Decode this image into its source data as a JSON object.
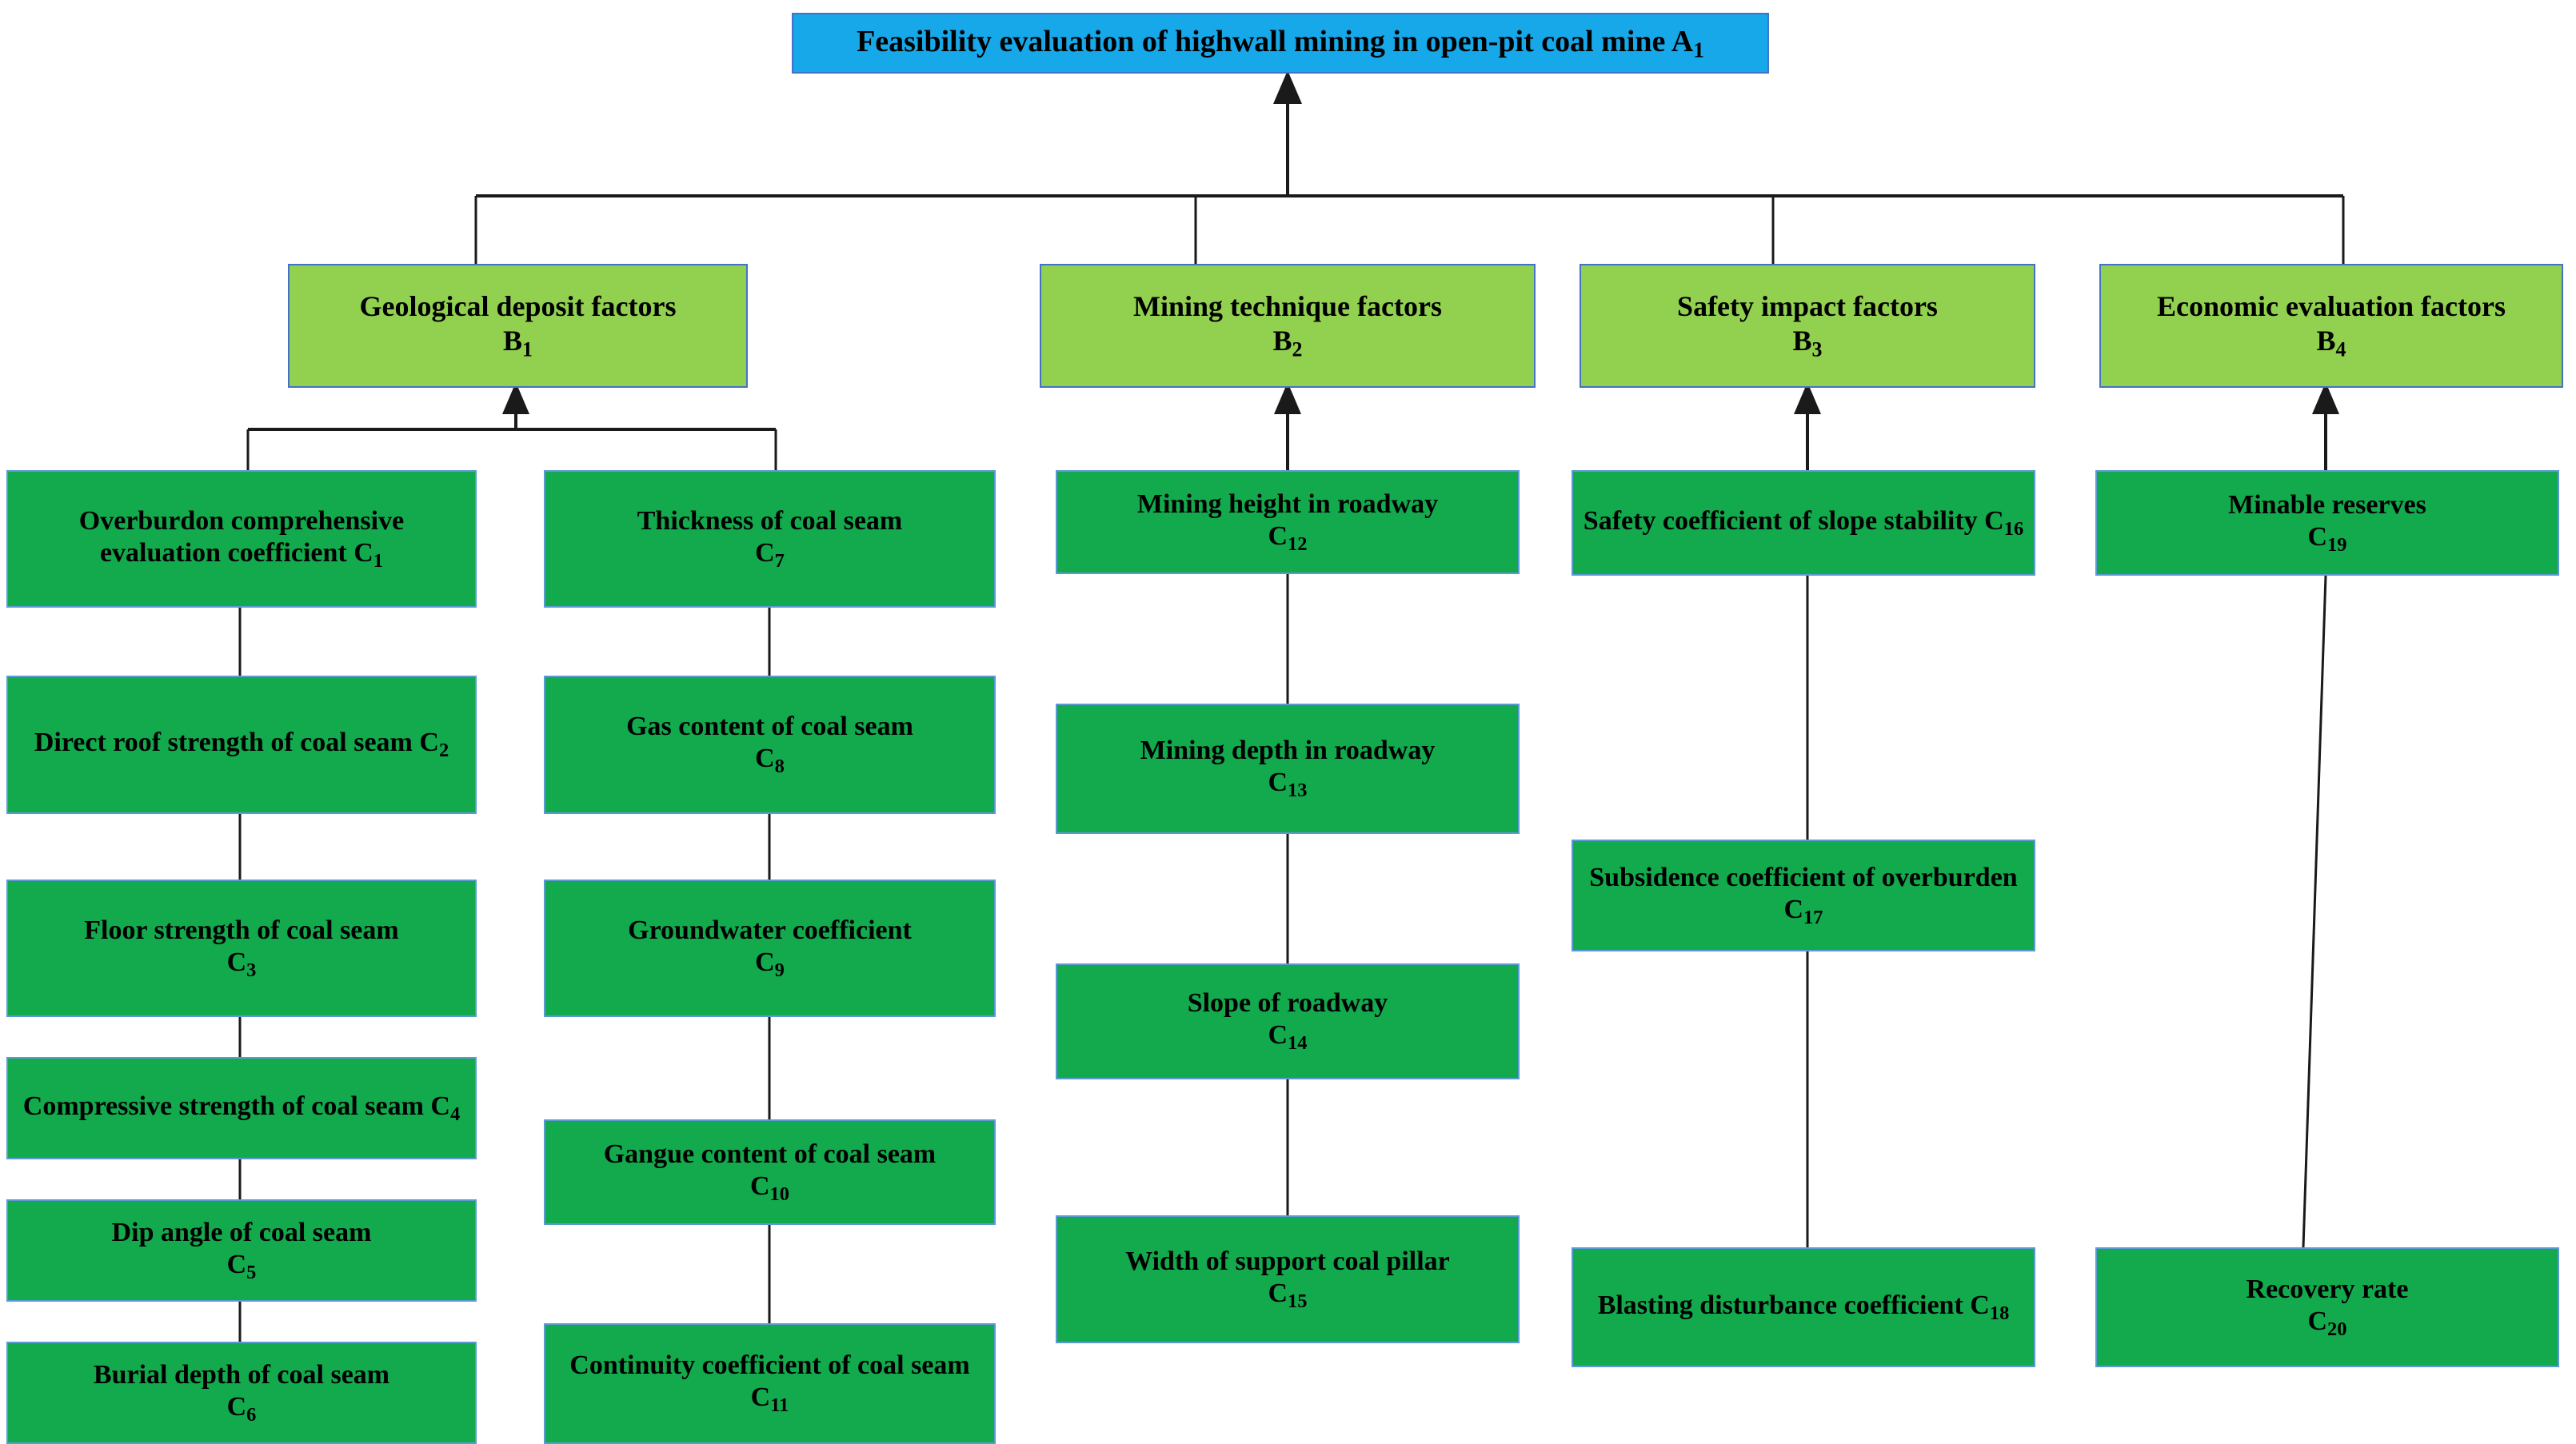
{
  "diagram": {
    "title_level_a": "Feasibility evaluation of highwall mining in open-pit coal mine A",
    "colors": {
      "level_a_fill": "#16A8E8",
      "level_b_fill": "#92D050",
      "level_c_fill": "#13A94D",
      "box_border": "#4472C4",
      "connector": "#1A1A1A",
      "background": "#FFFFFF"
    }
  },
  "goal": {
    "id": "A1",
    "text": "Feasibility evaluation of highwall mining in open-pit coal mine A",
    "sub": "1"
  },
  "criteria": [
    {
      "id": "B1",
      "text": "Geological deposit factors",
      "code": "B",
      "sub": "1"
    },
    {
      "id": "B2",
      "text": "Mining technique factors",
      "code": "B",
      "sub": "2"
    },
    {
      "id": "B3",
      "text": "Safety impact factors",
      "code": "B",
      "sub": "3"
    },
    {
      "id": "B4",
      "text": "Economic evaluation factors",
      "code": "B",
      "sub": "4"
    }
  ],
  "indicators": [
    {
      "id": "C1",
      "text": "Overburdon comprehensive evaluation coefficient C",
      "sub": "1",
      "parent": "B1",
      "inline_code": true
    },
    {
      "id": "C2",
      "text": "Direct roof strength of coal seam C",
      "sub": "2",
      "parent": "B1",
      "inline_code": true
    },
    {
      "id": "C3",
      "text": "Floor strength of coal seam",
      "sub": "3",
      "parent": "B1",
      "inline_code": false
    },
    {
      "id": "C4",
      "text": "Compressive strength of coal seam C",
      "sub": "4",
      "parent": "B1",
      "inline_code": true
    },
    {
      "id": "C5",
      "text": "Dip angle of coal seam",
      "sub": "5",
      "parent": "B1",
      "inline_code": false
    },
    {
      "id": "C6",
      "text": "Burial depth of coal seam",
      "sub": "6",
      "parent": "B1",
      "inline_code": false
    },
    {
      "id": "C7",
      "text": "Thickness of coal seam",
      "sub": "7",
      "parent": "B1",
      "inline_code": false
    },
    {
      "id": "C8",
      "text": "Gas content of coal seam",
      "sub": "8",
      "parent": "B1",
      "inline_code": false
    },
    {
      "id": "C9",
      "text": "Groundwater coefficient",
      "sub": "9",
      "parent": "B1",
      "inline_code": false
    },
    {
      "id": "C10",
      "text": "Gangue content of coal seam",
      "sub": "10",
      "parent": "B1",
      "inline_code": false
    },
    {
      "id": "C11",
      "text": "Continuity coefficient of coal seam C",
      "sub": "11",
      "parent": "B1",
      "inline_code": true
    },
    {
      "id": "C12",
      "text": "Mining height in roadway",
      "sub": "12",
      "parent": "B2",
      "inline_code": false
    },
    {
      "id": "C13",
      "text": "Mining depth in roadway",
      "sub": "13",
      "parent": "B2",
      "inline_code": false
    },
    {
      "id": "C14",
      "text": "Slope of roadway",
      "sub": "14",
      "parent": "B2",
      "inline_code": false
    },
    {
      "id": "C15",
      "text": "Width of support coal pillar",
      "sub": "15",
      "parent": "B2",
      "inline_code": false
    },
    {
      "id": "C16",
      "text": "Safety coefficient of slope stability C",
      "sub": "16",
      "parent": "B3",
      "inline_code": true
    },
    {
      "id": "C17",
      "text": "Subsidence coefficient of overburden C",
      "sub": "17",
      "parent": "B3",
      "inline_code": true
    },
    {
      "id": "C18",
      "text": "Blasting disturbance coefficient C",
      "sub": "18",
      "parent": "B3",
      "inline_code": true
    },
    {
      "id": "C19",
      "text": "Minable reserves",
      "sub": "19",
      "parent": "B4",
      "inline_code": false
    },
    {
      "id": "C20",
      "text": "Recovery rate",
      "sub": "20",
      "parent": "B4",
      "inline_code": false
    }
  ]
}
